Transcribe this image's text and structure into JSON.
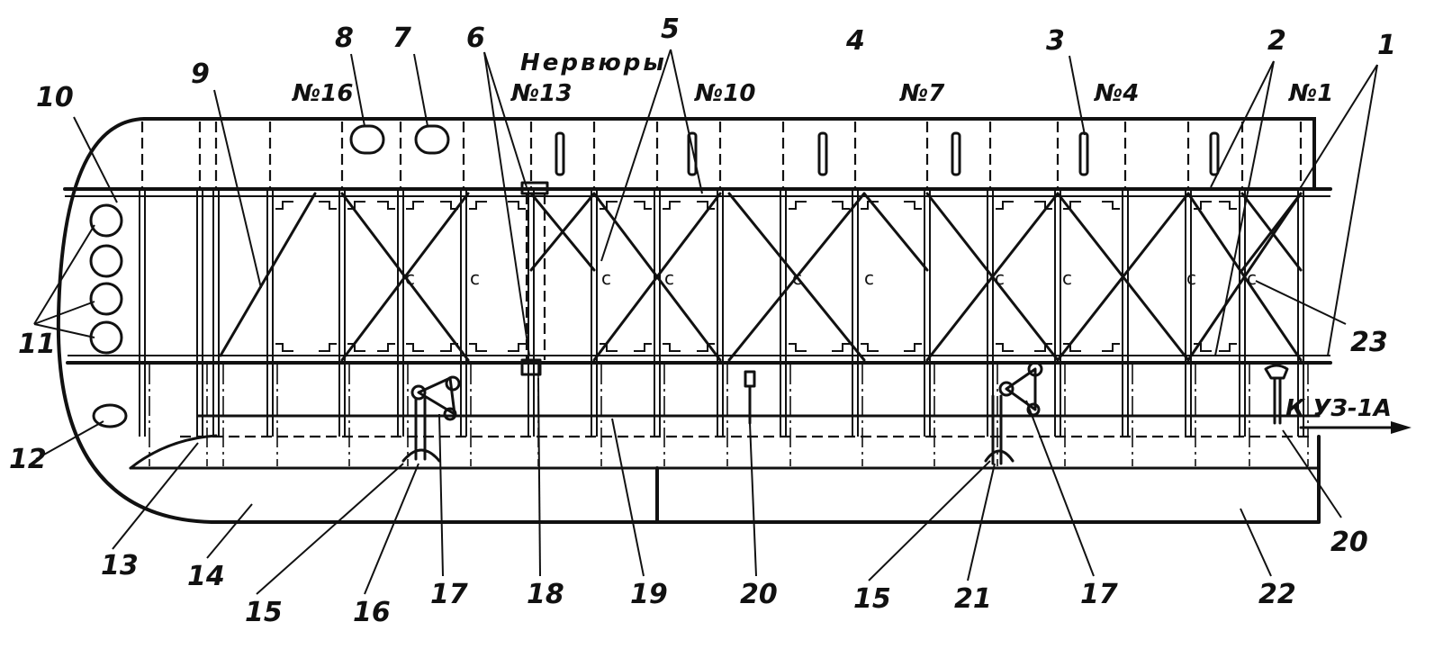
{
  "diagram": {
    "title": "Нервюры",
    "rib_labels": [
      "№16",
      "№13",
      "№10",
      "№7",
      "№4",
      "№1"
    ],
    "arrow_label": "К УЗ-1А",
    "callouts": [
      "1",
      "2",
      "3",
      "4",
      "5",
      "6",
      "7",
      "8",
      "9",
      "10",
      "11",
      "12",
      "13",
      "14",
      "15",
      "16",
      "17",
      "18",
      "19",
      "20",
      "20",
      "15",
      "21",
      "17",
      "22",
      "23"
    ]
  }
}
